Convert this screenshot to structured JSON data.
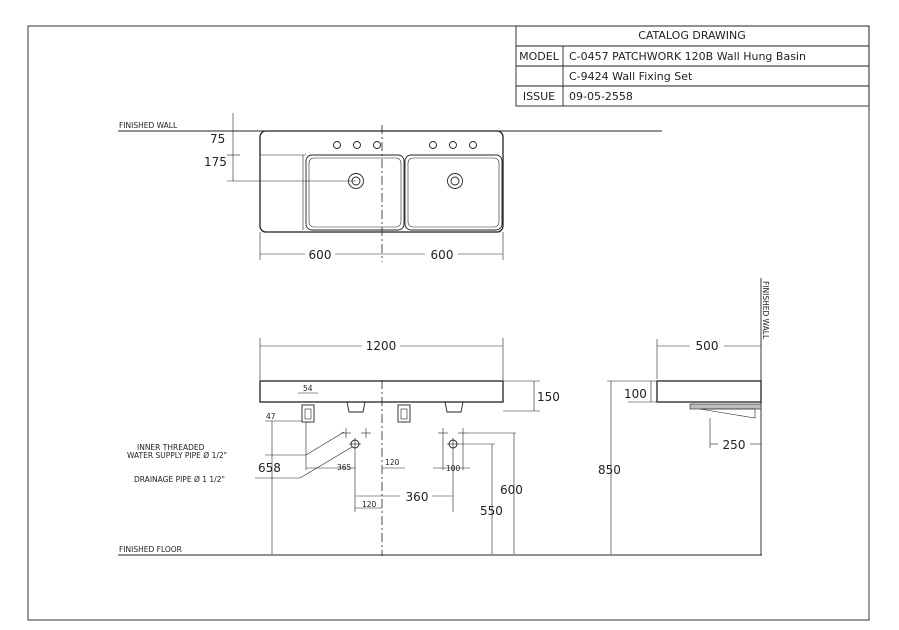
{
  "title_block": {
    "heading": "CATALOG  DRAWING",
    "model_label": "MODEL",
    "model_value": "C-0457   PATCHWORK 120B   Wall Hung Basin",
    "fixing_value": "C-9424  Wall  Fixing  Set",
    "issue_label": "ISSUE",
    "issue_value": "09-05-2558"
  },
  "labels": {
    "finished_wall_top": "FINISHED WALL",
    "finished_wall_side": "FINISHED WALL",
    "finished_floor": "FINISHED FLOOR",
    "water_supply_line1": "INNER THREADED",
    "water_supply_line2": "WATER SUPPLY PIPE Ø 1/2\"",
    "drainage": "DRAINAGE PIPE Ø 1 1/2\""
  },
  "dimensions": {
    "plan_75": "75",
    "plan_175": "175",
    "plan_600_left": "600",
    "plan_600_right": "600",
    "front_1200": "1200",
    "front_150": "150",
    "front_54": "54",
    "front_47": "47",
    "front_658": "658",
    "front_365": "365",
    "front_120_upper": "120",
    "front_100": "100",
    "front_360": "360",
    "front_120_lower": "120",
    "front_600": "600",
    "front_550": "550",
    "side_500": "500",
    "side_100": "100",
    "side_850": "850",
    "side_250": "250"
  }
}
